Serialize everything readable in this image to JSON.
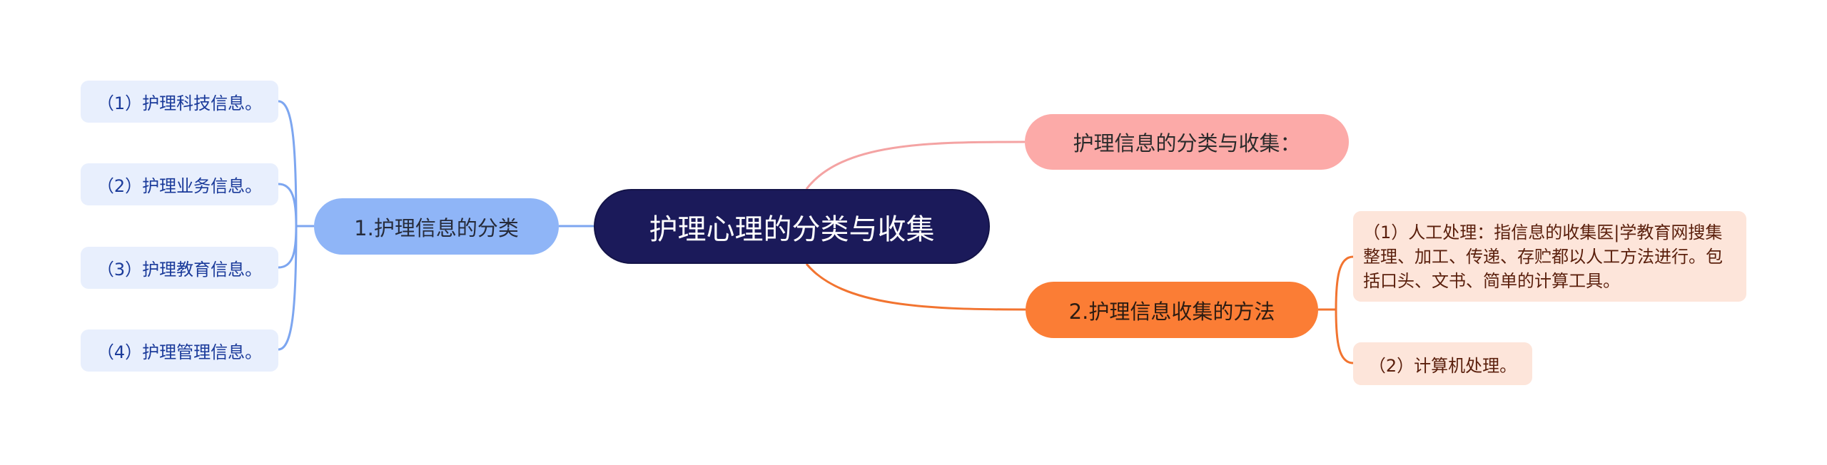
{
  "mindmap": {
    "root": {
      "label": "护理心理的分类与收集",
      "color": "#1b1a5a",
      "text_color": "#ffffff"
    },
    "branches": [
      {
        "id": "pink",
        "label": "护理信息的分类与收集：",
        "side": "right",
        "color": "#fcaaa8",
        "line_color": "#f4a3a3",
        "children": []
      },
      {
        "id": "blue",
        "label": "1.护理信息的分类",
        "side": "left",
        "color": "#8fb5f7",
        "line_color": "#7da6f0",
        "children": [
          {
            "label": "（1）护理科技信息。"
          },
          {
            "label": "（2）护理业务信息。"
          },
          {
            "label": "（3）护理教育信息。"
          },
          {
            "label": "（4）护理管理信息。"
          }
        ]
      },
      {
        "id": "orange",
        "label": "2.护理信息收集的方法",
        "side": "right",
        "color": "#fb7d35",
        "line_color": "#f27430",
        "children": [
          {
            "label": "（1）人工处理：指信息的收集医|学教育网搜集整理、加工、传递、存贮都以人工方法进行。包括口头、文书、简单的计算工具。"
          },
          {
            "label": "（2）计算机处理。"
          }
        ]
      }
    ]
  }
}
